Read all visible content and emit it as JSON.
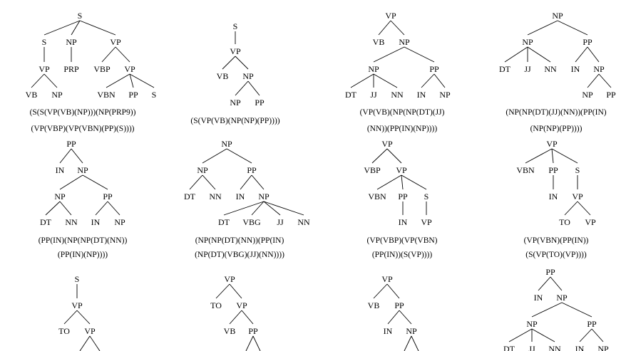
{
  "trees": [
    {
      "nodes": [
        {
          "id": "n0",
          "label": "S"
        },
        {
          "id": "n1",
          "label": "S",
          "parent": "n0"
        },
        {
          "id": "n2",
          "label": "NP",
          "parent": "n0"
        },
        {
          "id": "n3",
          "label": "VP",
          "parent": "n0"
        },
        {
          "id": "n4",
          "label": "VP",
          "parent": "n1"
        },
        {
          "id": "n5",
          "label": "VB",
          "parent": "n4"
        },
        {
          "id": "n6",
          "label": "NP",
          "parent": "n4"
        },
        {
          "id": "n7",
          "label": "PRP",
          "parent": "n2"
        },
        {
          "id": "n8",
          "label": "VBP",
          "parent": "n3"
        },
        {
          "id": "n9",
          "label": "VP",
          "parent": "n3"
        },
        {
          "id": "n10",
          "label": "VBN",
          "parent": "n9"
        },
        {
          "id": "n11",
          "label": "PP",
          "parent": "n9"
        },
        {
          "id": "n12",
          "label": "S",
          "parent": "n9"
        }
      ],
      "caption": [
        "(S(S(VP(VB)(NP)))(NP(PRP9))",
        "(VP(VBP)(VP(VBN)(PP)(S))))"
      ]
    },
    {
      "nodes": [
        {
          "id": "n0",
          "label": "S"
        },
        {
          "id": "n1",
          "label": "VP",
          "parent": "n0"
        },
        {
          "id": "n2",
          "label": "VB",
          "parent": "n1"
        },
        {
          "id": "n3",
          "label": "NP",
          "parent": "n1"
        },
        {
          "id": "n4",
          "label": "NP",
          "parent": "n3"
        },
        {
          "id": "n5",
          "label": "PP",
          "parent": "n3"
        }
      ],
      "caption": [
        "(S(VP(VB)(NP(NP)(PP))))"
      ]
    },
    {
      "nodes": [
        {
          "id": "n0",
          "label": "VP"
        },
        {
          "id": "n1",
          "label": "VB",
          "parent": "n0"
        },
        {
          "id": "n2",
          "label": "NP",
          "parent": "n0"
        },
        {
          "id": "n3",
          "label": "NP",
          "parent": "n2"
        },
        {
          "id": "n4",
          "label": "PP",
          "parent": "n2"
        },
        {
          "id": "n5",
          "label": "DT",
          "parent": "n3"
        },
        {
          "id": "n6",
          "label": "JJ",
          "parent": "n3"
        },
        {
          "id": "n7",
          "label": "NN",
          "parent": "n3"
        },
        {
          "id": "n8",
          "label": "IN",
          "parent": "n4"
        },
        {
          "id": "n9",
          "label": "NP",
          "parent": "n4"
        }
      ],
      "caption": [
        "(VP(VB)(NP(NP(DT)(JJ)",
        "(NN))(PP(IN)(NP))))"
      ]
    },
    {
      "nodes": [
        {
          "id": "n0",
          "label": "NP"
        },
        {
          "id": "n1",
          "label": "NP",
          "parent": "n0"
        },
        {
          "id": "n2",
          "label": "PP",
          "parent": "n0"
        },
        {
          "id": "n3",
          "label": "DT",
          "parent": "n1"
        },
        {
          "id": "n4",
          "label": "JJ",
          "parent": "n1"
        },
        {
          "id": "n5",
          "label": "NN",
          "parent": "n1"
        },
        {
          "id": "n6",
          "label": "IN",
          "parent": "n2"
        },
        {
          "id": "n7",
          "label": "NP",
          "parent": "n2"
        },
        {
          "id": "n8",
          "label": "NP",
          "parent": "n7"
        },
        {
          "id": "n9",
          "label": "PP",
          "parent": "n7"
        }
      ],
      "caption": [
        "(NP(NP(DT)(JJ)(NN))(PP(IN)",
        "(NP(NP)(PP))))"
      ]
    },
    {
      "nodes": [
        {
          "id": "n0",
          "label": "PP"
        },
        {
          "id": "n1",
          "label": "IN",
          "parent": "n0"
        },
        {
          "id": "n2",
          "label": "NP",
          "parent": "n0"
        },
        {
          "id": "n3",
          "label": "NP",
          "parent": "n2"
        },
        {
          "id": "n4",
          "label": "PP",
          "parent": "n2"
        },
        {
          "id": "n5",
          "label": "DT",
          "parent": "n3"
        },
        {
          "id": "n6",
          "label": "NN",
          "parent": "n3"
        },
        {
          "id": "n7",
          "label": "IN",
          "parent": "n4"
        },
        {
          "id": "n8",
          "label": "NP",
          "parent": "n4"
        }
      ],
      "caption": [
        "(PP(IN)(NP(NP(DT)(NN))",
        "(PP(IN)(NP))))"
      ]
    },
    {
      "nodes": [
        {
          "id": "n0",
          "label": "NP"
        },
        {
          "id": "n1",
          "label": "NP",
          "parent": "n0"
        },
        {
          "id": "n2",
          "label": "PP",
          "parent": "n0"
        },
        {
          "id": "n3",
          "label": "DT",
          "parent": "n1"
        },
        {
          "id": "n4",
          "label": "NN",
          "parent": "n1"
        },
        {
          "id": "n5",
          "label": "IN",
          "parent": "n2"
        },
        {
          "id": "n6",
          "label": "NP",
          "parent": "n2"
        },
        {
          "id": "n7",
          "label": "DT",
          "parent": "n6"
        },
        {
          "id": "n8",
          "label": "VBG",
          "parent": "n6"
        },
        {
          "id": "n9",
          "label": "JJ",
          "parent": "n6"
        },
        {
          "id": "n10",
          "label": "NN",
          "parent": "n6"
        }
      ],
      "caption": [
        "(NP(NP(DT)(NN))(PP(IN)",
        "(NP(DT)(VBG)(JJ)(NN))))"
      ]
    },
    {
      "nodes": [
        {
          "id": "n0",
          "label": "VP"
        },
        {
          "id": "n1",
          "label": "VBP",
          "parent": "n0"
        },
        {
          "id": "n2",
          "label": "VP",
          "parent": "n0"
        },
        {
          "id": "n3",
          "label": "VBN",
          "parent": "n2"
        },
        {
          "id": "n4",
          "label": "PP",
          "parent": "n2"
        },
        {
          "id": "n5",
          "label": "S",
          "parent": "n2"
        },
        {
          "id": "n6",
          "label": "IN",
          "parent": "n4"
        },
        {
          "id": "n7",
          "label": "VP",
          "parent": "n5"
        }
      ],
      "caption": [
        "(VP(VBP)(VP(VBN)",
        "(PP(IN))(S(VP))))"
      ]
    },
    {
      "nodes": [
        {
          "id": "n0",
          "label": "VP"
        },
        {
          "id": "n1",
          "label": "VBN",
          "parent": "n0"
        },
        {
          "id": "n2",
          "label": "PP",
          "parent": "n0"
        },
        {
          "id": "n3",
          "label": "S",
          "parent": "n0"
        },
        {
          "id": "n4",
          "label": "IN",
          "parent": "n2"
        },
        {
          "id": "n5",
          "label": "VP",
          "parent": "n3"
        },
        {
          "id": "n6",
          "label": "TO",
          "parent": "n5"
        },
        {
          "id": "n7",
          "label": "VP",
          "parent": "n5"
        }
      ],
      "caption": [
        "(VP(VBN)(PP(IN))",
        "(S(VP(TO)(VP))))"
      ]
    },
    {
      "nodes": [
        {
          "id": "n0",
          "label": "S"
        },
        {
          "id": "n1",
          "label": "VP",
          "parent": "n0"
        },
        {
          "id": "n2",
          "label": "TO",
          "parent": "n1"
        },
        {
          "id": "n3",
          "label": "VP",
          "parent": "n1"
        }
      ],
      "caption": []
    },
    {
      "nodes": [
        {
          "id": "n0",
          "label": "VP"
        },
        {
          "id": "n1",
          "label": "TO",
          "parent": "n0"
        },
        {
          "id": "n2",
          "label": "VP",
          "parent": "n0"
        },
        {
          "id": "n3",
          "label": "VB",
          "parent": "n2"
        },
        {
          "id": "n4",
          "label": "PP",
          "parent": "n2"
        }
      ],
      "caption": []
    },
    {
      "nodes": [
        {
          "id": "n0",
          "label": "VP"
        },
        {
          "id": "n1",
          "label": "VB",
          "parent": "n0"
        },
        {
          "id": "n2",
          "label": "PP",
          "parent": "n0"
        },
        {
          "id": "n3",
          "label": "IN",
          "parent": "n2"
        },
        {
          "id": "n4",
          "label": "NP",
          "parent": "n2"
        }
      ],
      "caption": []
    },
    {
      "nodes": [
        {
          "id": "n0",
          "label": "PP"
        },
        {
          "id": "n1",
          "label": "IN",
          "parent": "n0"
        },
        {
          "id": "n2",
          "label": "NP",
          "parent": "n0"
        },
        {
          "id": "n3",
          "label": "NP",
          "parent": "n2"
        },
        {
          "id": "n4",
          "label": "PP",
          "parent": "n2"
        },
        {
          "id": "n5",
          "label": "DT",
          "parent": "n3"
        },
        {
          "id": "n6",
          "label": "JJ",
          "parent": "n3"
        },
        {
          "id": "n7",
          "label": "NN",
          "parent": "n3"
        },
        {
          "id": "n8",
          "label": "IN",
          "parent": "n4"
        },
        {
          "id": "n9",
          "label": "NP",
          "parent": "n4"
        }
      ],
      "caption": []
    }
  ]
}
